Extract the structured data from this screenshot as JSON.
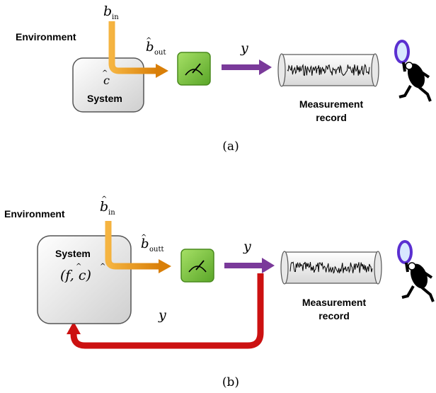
{
  "panel_a": {
    "environment_label": "Environment",
    "system_label": "System",
    "system_op_base": "c",
    "input_base": "b",
    "input_sub": "in",
    "output_base": "b",
    "output_sub": "out",
    "signal_label": "y",
    "record_line1": "Measurement",
    "record_line2": "record",
    "panel_label": "(a)"
  },
  "panel_b": {
    "environment_label": "Environment",
    "system_label": "System",
    "system_ops": "(f, c)",
    "input_base": "b",
    "input_sub": "in",
    "output_base": "b",
    "output_sub": "outt",
    "signal_label": "y",
    "feedback_label": "y",
    "record_line1": "Measurement",
    "record_line2": "record",
    "panel_label": "(b)"
  },
  "colors": {
    "input_output_arrow": "#e8940f",
    "signal_arrow": "#7a3a9a",
    "feedback_arrow": "#cc1111",
    "detector_box": "#7cc43c",
    "system_box": "#e4e4e4"
  },
  "icons": [
    "meter-icon",
    "paper-scroll-icon",
    "magnifier-observer-icon"
  ]
}
